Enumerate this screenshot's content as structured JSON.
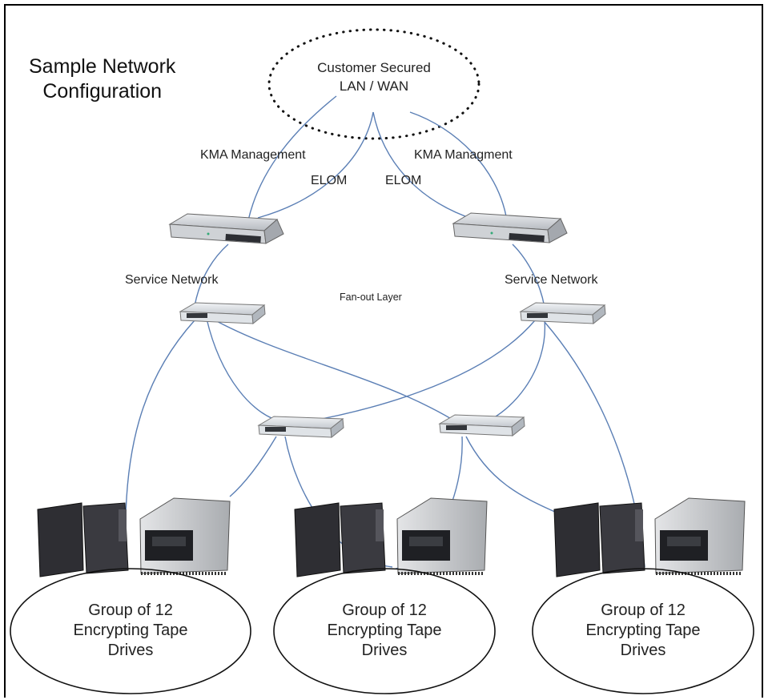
{
  "title": [
    "Sample Network",
    "Configuration"
  ],
  "cloud": {
    "line1": "Customer Secured",
    "line2": "LAN / WAN"
  },
  "links": {
    "kma_left": "KMA Management",
    "kma_right": "KMA Managment",
    "elom_left": "ELOM",
    "elom_right": "ELOM",
    "service_left": "Service Network",
    "service_right": "Service Network",
    "fanout": "Fan-out Layer"
  },
  "groups": [
    {
      "line1": "Group of 12",
      "line2": "Encrypting Tape",
      "line3": "Drives"
    },
    {
      "line1": "Group of 12",
      "line2": "Encrypting Tape",
      "line3": "Drives"
    },
    {
      "line1": "Group of 12",
      "line2": "Encrypting Tape",
      "line3": "Drives"
    }
  ],
  "colors": {
    "cable": "#5b7fb5",
    "cartridge": "#2e2e33",
    "chassis": "#c9cbce",
    "switch": "#d8dde3"
  }
}
